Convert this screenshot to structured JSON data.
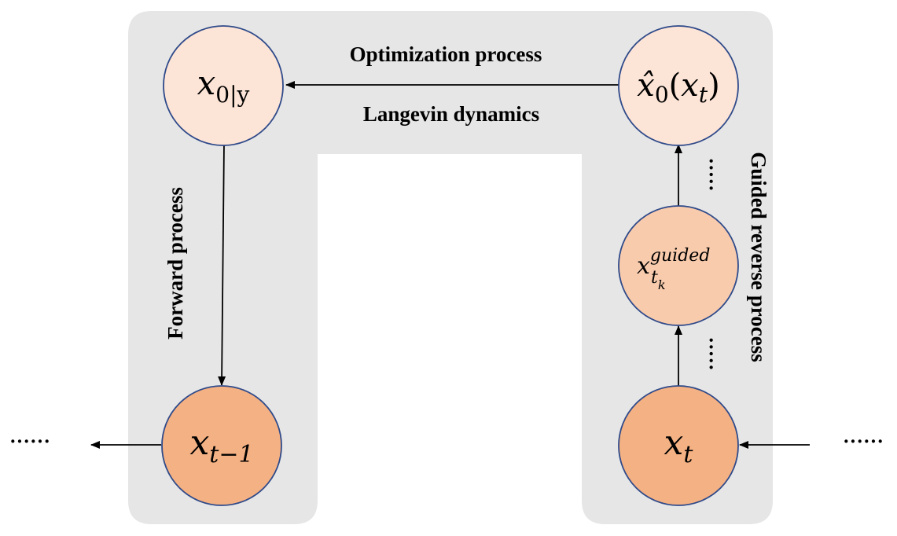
{
  "labels": {
    "top_upper": "Optimization process",
    "top_lower": "Langevin dynamics",
    "left_vertical": "Forward process",
    "right_vertical": "Guided reverse process"
  },
  "nodes": {
    "x0y": {
      "base": "x",
      "sub": "0|y"
    },
    "x0hat": {
      "base": "x̂",
      "sub": "0",
      "paren_open": "(",
      "inner": "x",
      "inner_sub": "t",
      "paren_close": ")"
    },
    "xguided": {
      "base": "x",
      "sup": "guided",
      "sub": "t",
      "subsub": "k"
    },
    "xt": {
      "base": "x",
      "sub": "t"
    },
    "xtm1": {
      "base": "x",
      "sub": "t−1"
    }
  },
  "ellipses": {
    "right_upper": "·····",
    "right_lower": "·····",
    "far_left": "······",
    "far_right": "······"
  },
  "colors": {
    "panel": "#e6e6e6",
    "node_light": "#fce4d6",
    "node_mid": "#f8cbad",
    "node_dark": "#f4b183",
    "node_stroke": "#2f4a8a",
    "arrow": "#000000"
  }
}
